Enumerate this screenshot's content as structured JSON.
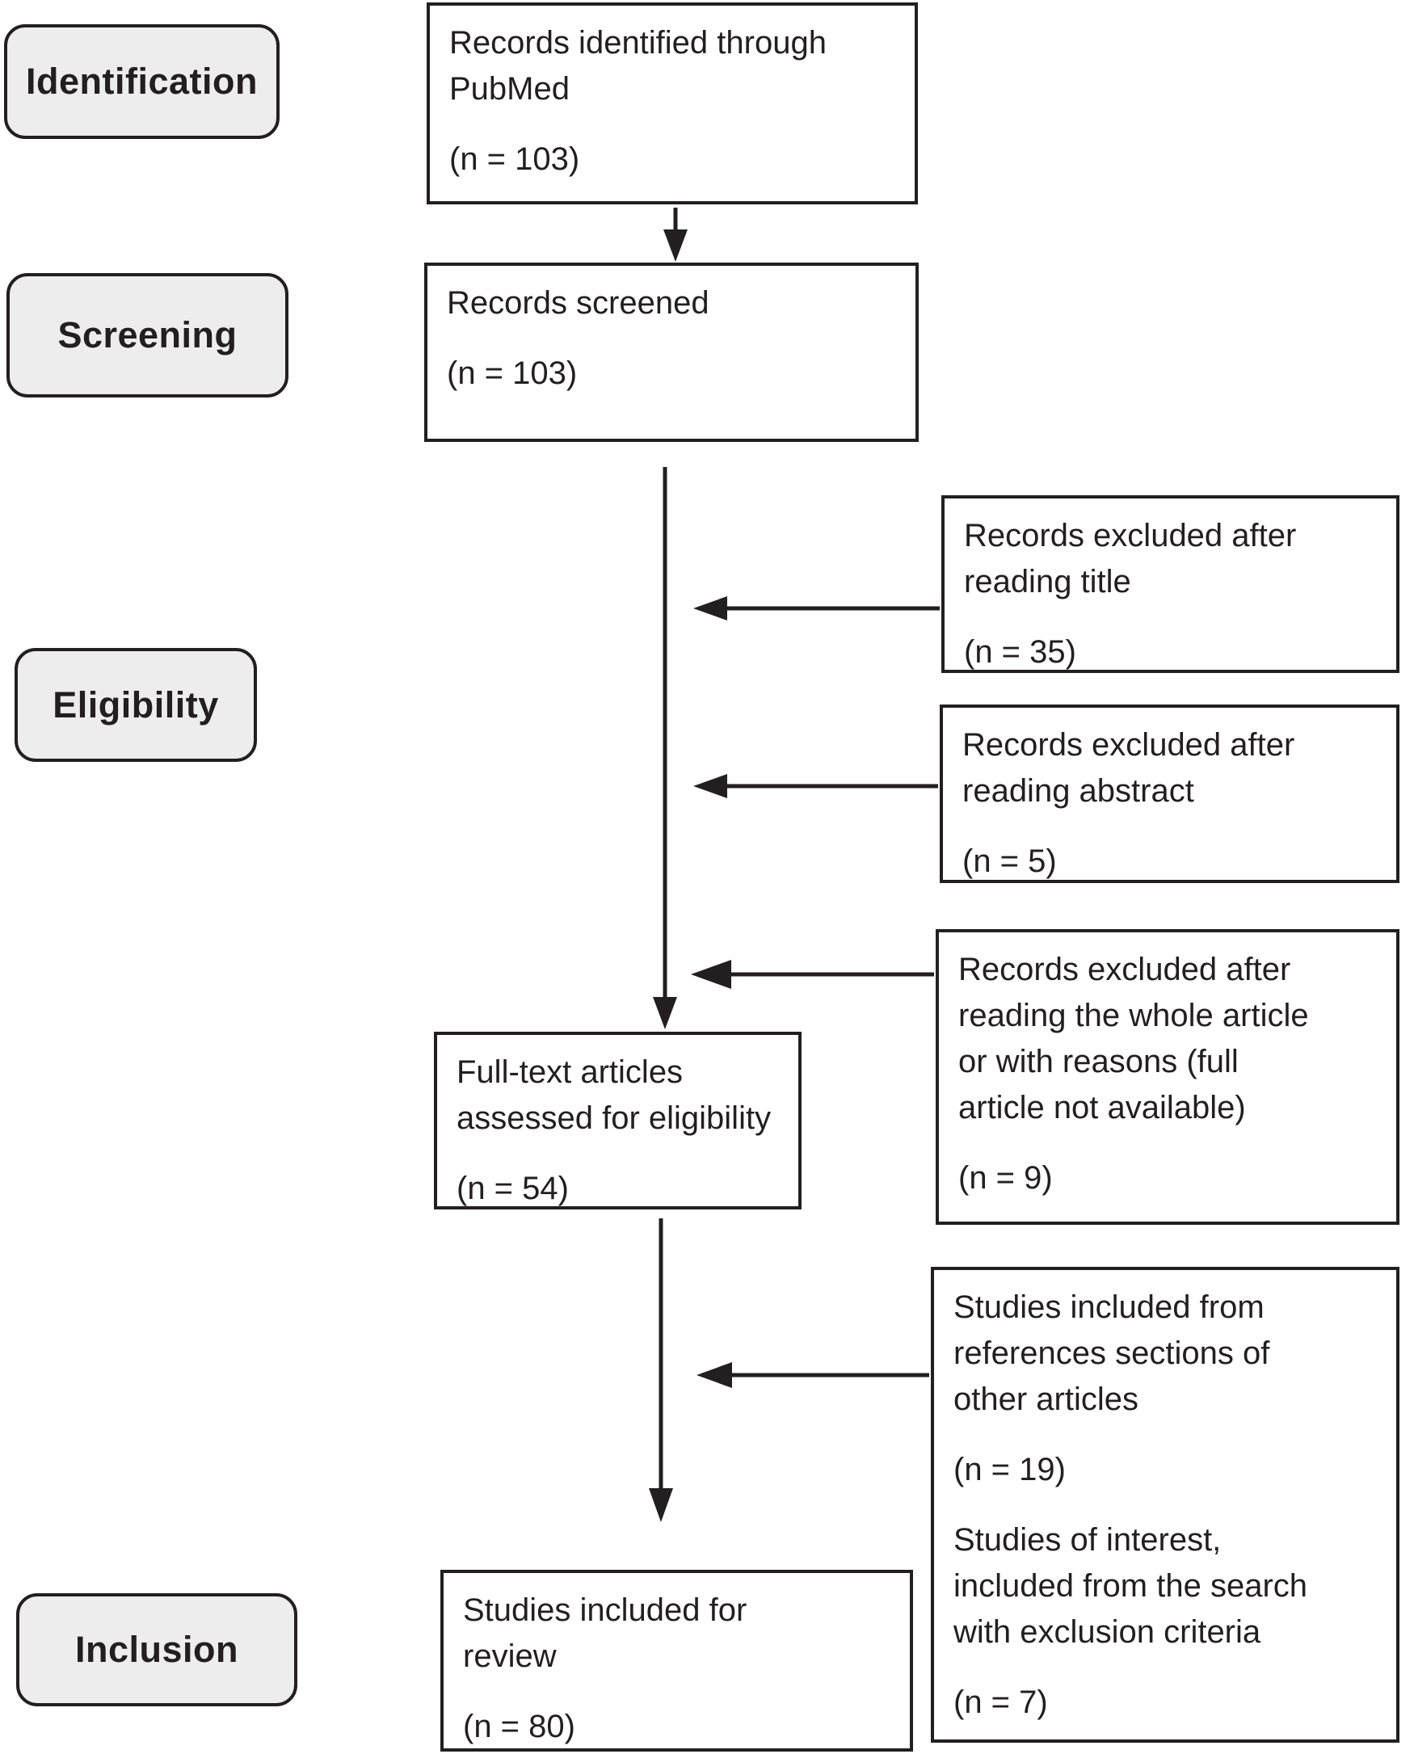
{
  "stages": {
    "identification": "Identification",
    "screening": "Screening",
    "eligibility": "Eligibility",
    "inclusion": "Inclusion"
  },
  "flow": {
    "identified": {
      "text": "Records identified through\nPubMed",
      "count": "(n = 103)"
    },
    "screened": {
      "text": "Records screened",
      "count": "(n = 103)"
    },
    "fulltext": {
      "text": "Full-text articles\nassessed for eligibility",
      "count": "(n = 54)"
    },
    "included": {
      "text": "Studies included for\nreview",
      "count": "(n = 80)"
    }
  },
  "side": {
    "excluded_title": {
      "text": "Records excluded after\nreading title",
      "count": "(n = 35)"
    },
    "excluded_abstract": {
      "text": "Records excluded after\nreading abstract",
      "count": "(n = 5)"
    },
    "excluded_fulltext": {
      "text": "Records excluded after\nreading the whole article\nor with reasons (full\narticle not available)",
      "count": "(n = 9)"
    },
    "added_references": {
      "text": "Studies included from\nreferences sections of\nother articles",
      "count": "(n = 19)"
    },
    "added_search": {
      "text": "Studies of interest,\nincluded from the search\nwith exclusion criteria",
      "count": "(n = 7)"
    }
  },
  "colors": {
    "line": "#231f20",
    "text": "#231f20",
    "label_fill": "#ededed",
    "box_fill": "#ffffff"
  }
}
